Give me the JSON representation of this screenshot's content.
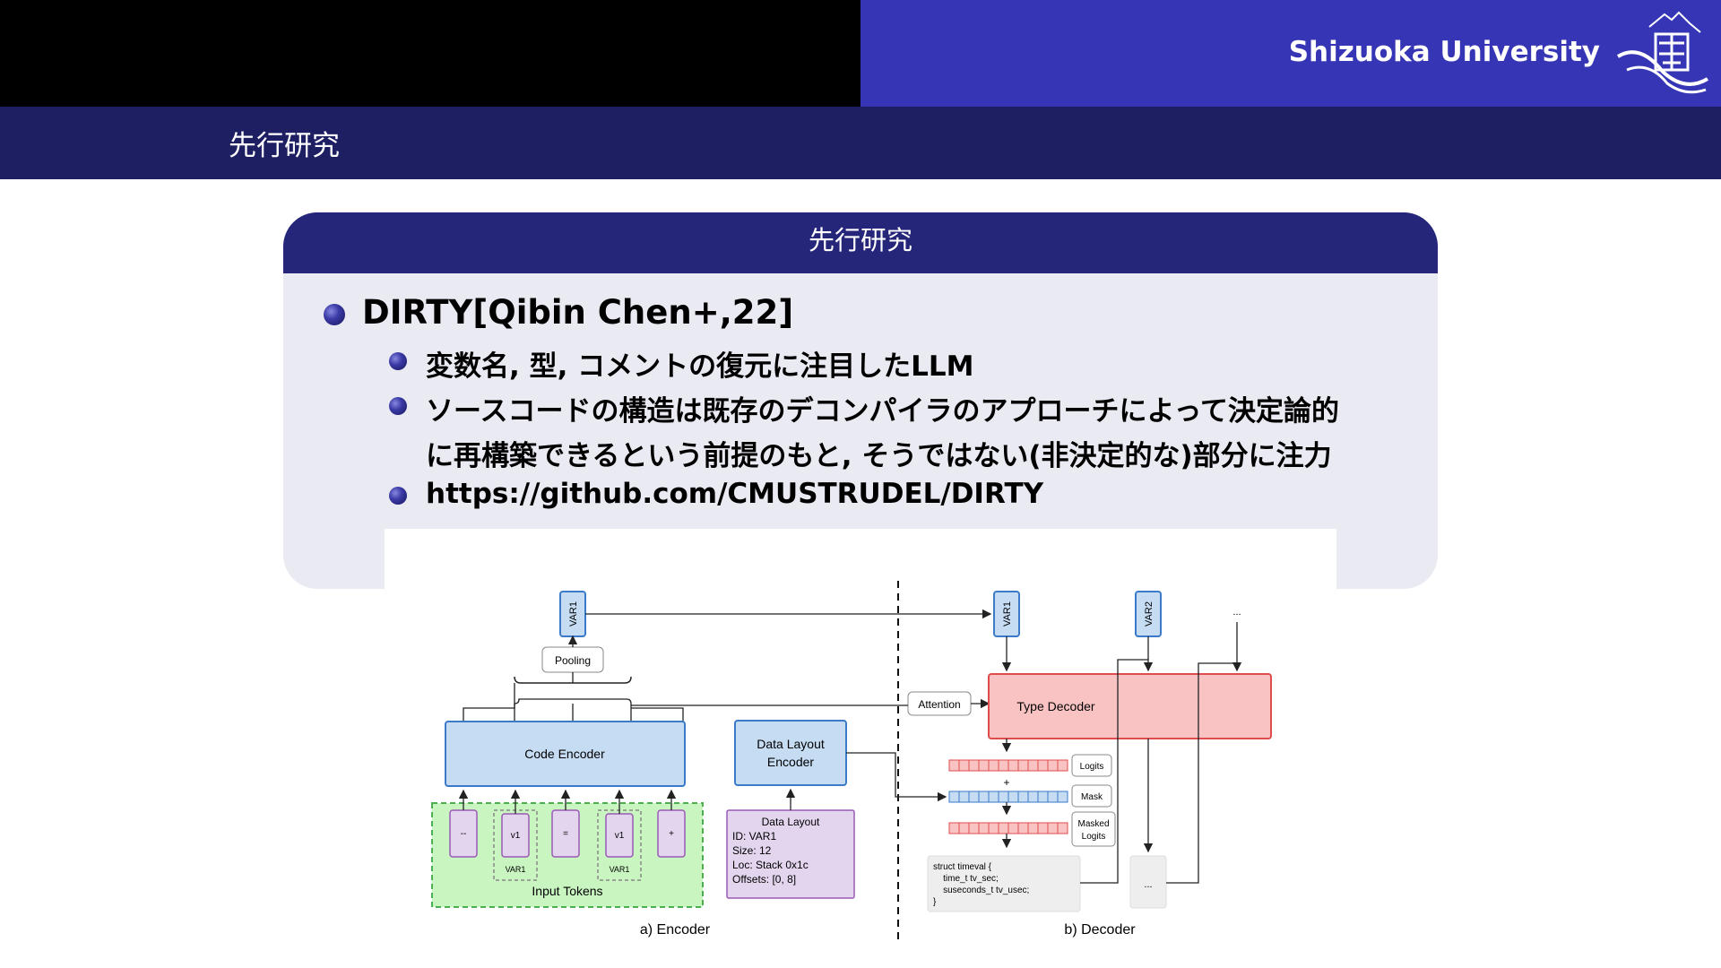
{
  "header": {
    "university": "Shizuoka University",
    "frame_title": "先行研究"
  },
  "block": {
    "title": "先行研究",
    "items": [
      {
        "level": 1,
        "text": "DIRTY[Qibin Chen+,22]"
      },
      {
        "level": 2,
        "text": "変数名, 型, コメントの復元に注目したLLM"
      },
      {
        "level": 2,
        "text": "ソースコードの構造は既存のデコンパイラのアプローチによって決定論的"
      },
      {
        "level": 2,
        "text": "に再構築できるという前提のもと, そうではない(非決定的な)部分に注力"
      },
      {
        "level": 2,
        "text": "https://github.com/CMUSTRUDEL/DIRTY"
      }
    ]
  },
  "figure": {
    "var1_top": "VAR1",
    "pooling": "Pooling",
    "code_encoder": "Code Encoder",
    "input_tokens": "Input Tokens",
    "tokens": [
      "--",
      "v1",
      "=",
      "v1",
      "+"
    ],
    "token_var_label": "VAR1",
    "data_layout_encoder_line1": "Data Layout",
    "data_layout_encoder_line2": "Encoder",
    "data_layout_title": "Data Layout",
    "data_layout_lines": [
      "ID: VAR1",
      "Size: 12",
      "Loc: Stack 0x1c",
      "Offsets: [0, 8]"
    ],
    "caption_encoder": "a) Encoder",
    "var1_dec": "VAR1",
    "var2_dec": "VAR2",
    "ellipsis": "...",
    "attention": "Attention",
    "type_decoder": "Type Decoder",
    "logits": "Logits",
    "plus": "+",
    "mask": "Mask",
    "masked_logits_line1": "Masked",
    "masked_logits_line2": "Logits",
    "struct_lines": [
      "struct timeval {",
      "    time_t tv_sec;",
      "    suseconds_t tv_usec;",
      "}"
    ],
    "caption_decoder": "b) Decoder",
    "colors": {
      "encoder_blue": "#c5dcf2",
      "token_purple": "#e3d5ee",
      "tokens_green": "#c9f5c0",
      "decoder_red": "#f9c3c3"
    }
  }
}
